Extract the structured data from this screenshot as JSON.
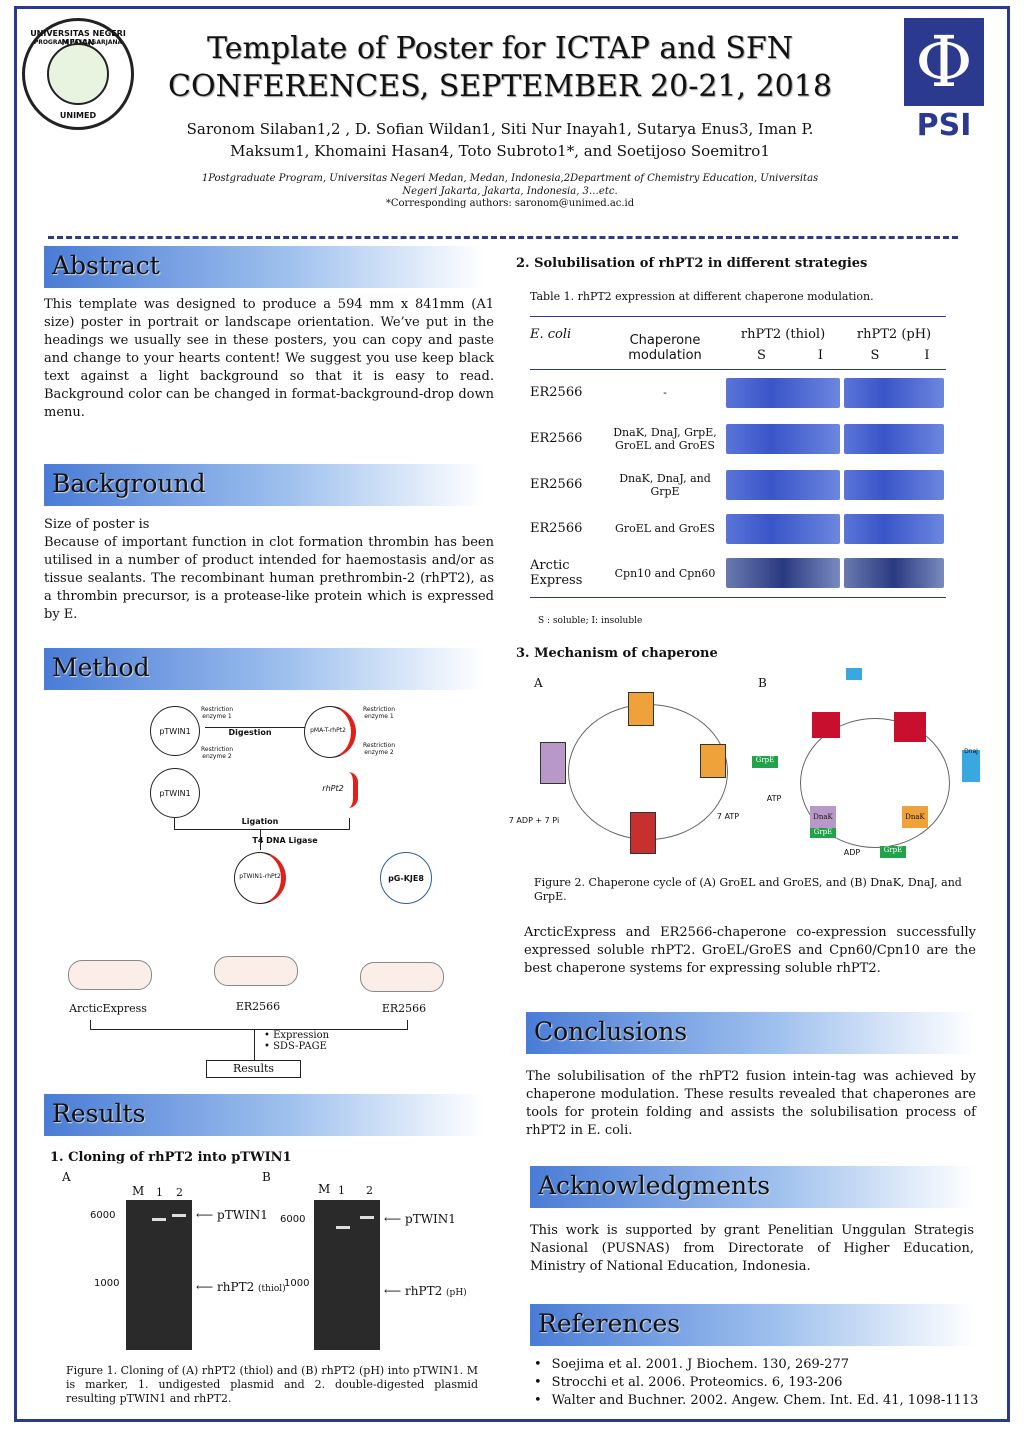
{
  "header": {
    "title_line1": "Template of Poster for ICTAP and SFN",
    "title_line2": "CONFERENCES, SEPTEMBER 20-21, 2018",
    "authors_line1": "Saronom Silaban1,2 , D. Sofian Wildan1, Siti Nur Inayah1, Sutarya Enus3, Iman P.",
    "authors_line2": "Maksum1, Khomaini Hasan4, Toto Subroto1*, and Soetijoso Soemitro1",
    "affiliation": "1Postgraduate Program, Universitas Negeri Medan, Medan, Indonesia,2Department of Chemistry Education, Universitas Negeri Jakarta, Jakarta, Indonesia, 3…etc.",
    "corresponding": "*Corresponding authors: saronom@unimed.ac.id",
    "logo_left_text": "UNIVERSITAS NEGERI MEDAN",
    "logo_left_sub": "PROGRAM PASCASARJANA",
    "logo_left_bottom": "UNIMED",
    "logo_right_symbol": "Φ",
    "logo_right_text": "PSI"
  },
  "abstract": {
    "heading": "Abstract",
    "text": "This template was designed to produce a 594 mm x 841mm (A1 size) poster in portrait or landscape orientation. We’ve put in the headings we usually see in these posters, you can copy and paste and change to your hearts content! We suggest you use keep black text against a light background so that it is easy to read. Background color can be changed in format-background-drop down menu."
  },
  "background": {
    "heading": "Background",
    "line1": "Size of poster is",
    "text": "Because of important function in clot formation thrombin has been utilised in a number of product intended for haemostasis and/or as tissue sealants. The recombinant human prethrombin-2 (rhPT2), as a thrombin precursor, is a protease-like protein which is expressed by E."
  },
  "method": {
    "heading": "Method",
    "ptwin1": "pTWIN1",
    "pma": "pMA-T-rhPt2",
    "digestion": "Digestion",
    "re1a": "Restriction enzyme 1",
    "re2a": "Restriction enzyme 2",
    "re1b": "Restriction enzyme 1",
    "re2b": "Restriction enzyme 2",
    "ptwin1b": "pTWIN1",
    "rhpt2": "rhPt2",
    "ligation": "Ligation",
    "t4": "T4 DNA Ligase",
    "ptwin_rhpt2": "pTWIN1-rhPt2",
    "pgkje8": "pG-KJE8",
    "host1": "ArcticExpress",
    "host2": "ER2566",
    "host3": "ER2566",
    "step1": "Expression",
    "step2": "SDS-PAGE",
    "results_box": "Results"
  },
  "results": {
    "heading": "Results",
    "sub1": "1. Cloning of rhPT2 into pTWIN1",
    "panelA": "A",
    "panelB": "B",
    "laneM": "M",
    "lane1": "1",
    "lane2": "2",
    "m6000": "6000",
    "m1000": "1000",
    "ptwin_label": "pTWIN1",
    "rhpt2_thiol": "rhPT2",
    "thiol": "(thiol)",
    "rhpt2_ph": "rhPT2",
    "ph": "(pH)",
    "fig1_caption": "Figure 1. Cloning of (A) rhPT2 (thiol) and (B) rhPT2 (pH) into pTWIN1. M is marker, 1. undigested plasmid and 2. double-digested plasmid resulting pTWIN1 and rhPT2."
  },
  "solubilisation": {
    "sub2": "2. Solubilisation of rhPT2 in different strategies",
    "table_caption": "Table 1. rhPT2 expression at different chaperone modulation.",
    "col_ecoli": "E. coli",
    "col_chap": "Chaperone modulation",
    "col_thiol": "rhPT2 (thiol)",
    "col_ph": "rhPT2 (pH)",
    "S": "S",
    "I": "I",
    "rows": [
      {
        "strain": "ER2566",
        "chaperone": "-"
      },
      {
        "strain": "ER2566",
        "chaperone": "DnaK, DnaJ, GrpE, GroEL and GroES"
      },
      {
        "strain": "ER2566",
        "chaperone": "DnaK, DnaJ, and GrpE"
      },
      {
        "strain": "ER2566",
        "chaperone": "GroEL and GroES"
      },
      {
        "strain": "Arctic Express",
        "chaperone": "Cpn10 and Cpn60"
      }
    ],
    "footnote": "S : soluble; I: insoluble"
  },
  "mechanism": {
    "sub3": "3. Mechanism of chaperone",
    "panelA": "A",
    "panelB": "B",
    "adp": "7 ADP + 7 Pi",
    "atp": "7 ATP",
    "grpe": "GrpE",
    "dnak": "DnaK",
    "dnaj": "DnaJ",
    "atp2": "ATP",
    "adp2": "ADP",
    "fig2_caption": "Figure 2. Chaperone cycle of (A) GroEL and GroES, and (B) DnaK, DnaJ, and GrpE.",
    "summary": "ArcticExpress and ER2566-chaperone co-expression successfully expressed soluble rhPT2. GroEL/GroES and Cpn60/Cpn10 are the best chaperone systems for expressing soluble rhPT2."
  },
  "conclusions": {
    "heading": "Conclusions",
    "text": "The solubilisation of the rhPT2 fusion intein-tag was achieved by chaperone modulation. These results revealed that chaperones are tools for protein folding and assists the solubilisation process of rhPT2 in E. coli."
  },
  "acknowledgments": {
    "heading": "Acknowledgments",
    "text": "This work is supported by grant Penelitian Unggulan Strategis Nasional (PUSNAS) from Directorate of Higher Education, Ministry of National Education, Indonesia."
  },
  "references": {
    "heading": "References",
    "items": [
      "Soejima et al. 2001. J Biochem. 130, 269-277",
      "Strocchi et al. 2006. Proteomics. 6, 193-206",
      "Walter and Buchner. 2002. Angew. Chem. Int. Ed. 41, 1098-1113"
    ]
  },
  "colors": {
    "frame": "#2b3a8f",
    "heading_gradient_start": "#4a7cd6",
    "gel_blue": "#3a55c8",
    "red_insert": "#e0201a"
  }
}
